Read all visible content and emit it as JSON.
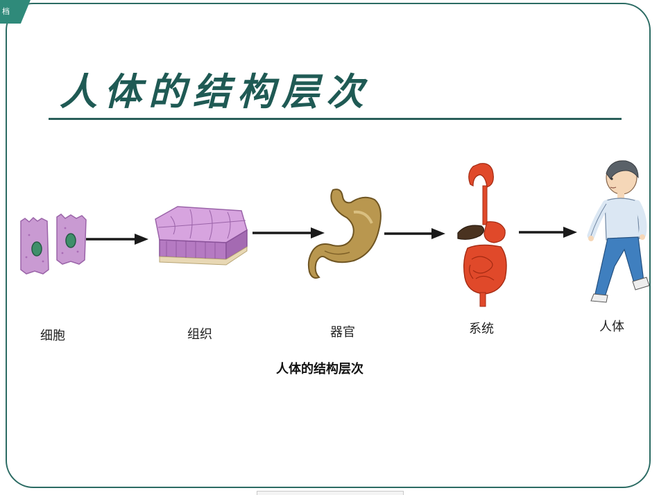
{
  "slide": {
    "corner_tab_text": "档",
    "title": "人体的结构层次",
    "caption": "人体的结构层次"
  },
  "stages": [
    {
      "label": "细胞",
      "icon": "cell-icon"
    },
    {
      "label": "组织",
      "icon": "tissue-icon"
    },
    {
      "label": "器官",
      "icon": "stomach-organ-icon"
    },
    {
      "label": "系统",
      "icon": "digestive-system-icon"
    },
    {
      "label": "人体",
      "icon": "walking-boy-icon"
    }
  ],
  "colors": {
    "frame": "#2b6b63",
    "title": "#1f5a54",
    "cell": "#c99ad2",
    "tissue": "#b882c6",
    "organ": "#b9974f",
    "system": "#e0492a",
    "arrow": "#1a1a1a"
  }
}
